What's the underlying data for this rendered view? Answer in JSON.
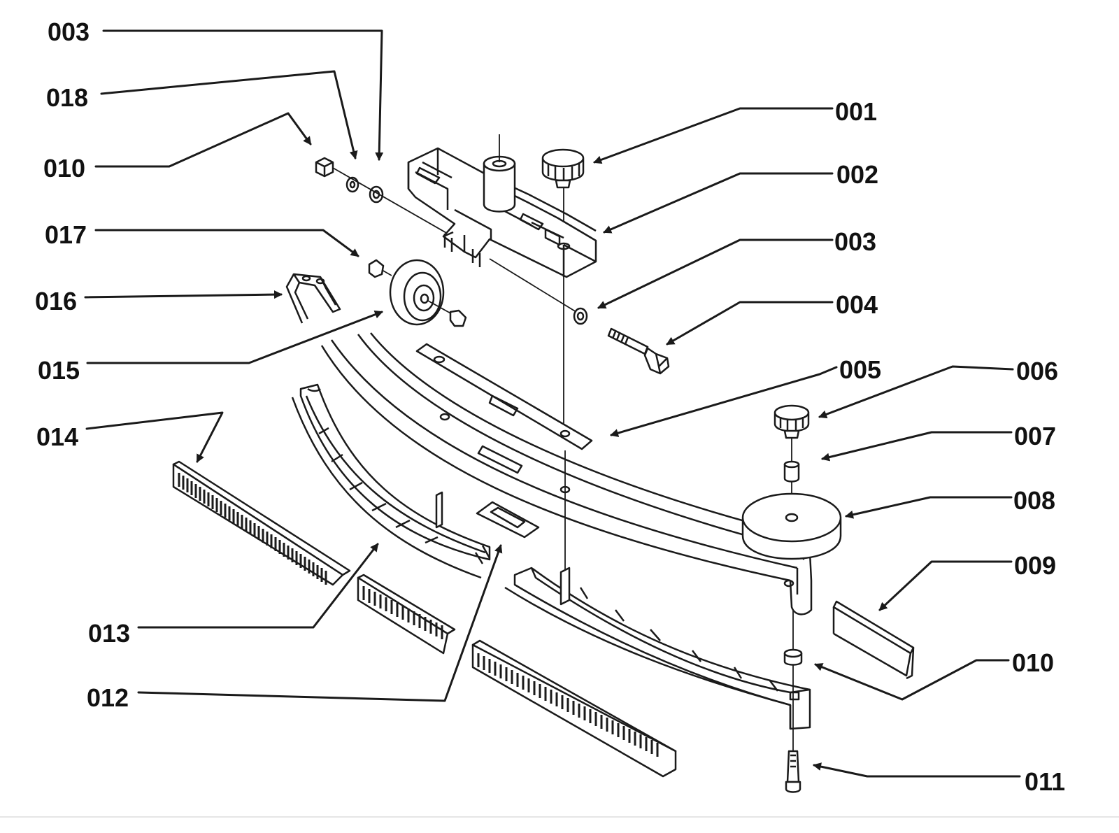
{
  "diagram": {
    "callouts": [
      {
        "id": "lbl-003-top",
        "text": "003"
      },
      {
        "id": "lbl-018",
        "text": "018"
      },
      {
        "id": "lbl-010-left",
        "text": "010"
      },
      {
        "id": "lbl-017",
        "text": "017"
      },
      {
        "id": "lbl-016",
        "text": "016"
      },
      {
        "id": "lbl-015",
        "text": "015"
      },
      {
        "id": "lbl-014",
        "text": "014"
      },
      {
        "id": "lbl-013",
        "text": "013"
      },
      {
        "id": "lbl-012",
        "text": "012"
      },
      {
        "id": "lbl-001",
        "text": "001"
      },
      {
        "id": "lbl-002",
        "text": "002"
      },
      {
        "id": "lbl-003-right",
        "text": "003"
      },
      {
        "id": "lbl-004",
        "text": "004"
      },
      {
        "id": "lbl-005",
        "text": "005"
      },
      {
        "id": "lbl-006",
        "text": "006"
      },
      {
        "id": "lbl-007",
        "text": "007"
      },
      {
        "id": "lbl-008",
        "text": "008"
      },
      {
        "id": "lbl-009",
        "text": "009"
      },
      {
        "id": "lbl-010-right",
        "text": "010"
      },
      {
        "id": "lbl-011",
        "text": "011"
      }
    ],
    "ink_color": "#1a1a1a",
    "background_color": "#ffffff"
  }
}
